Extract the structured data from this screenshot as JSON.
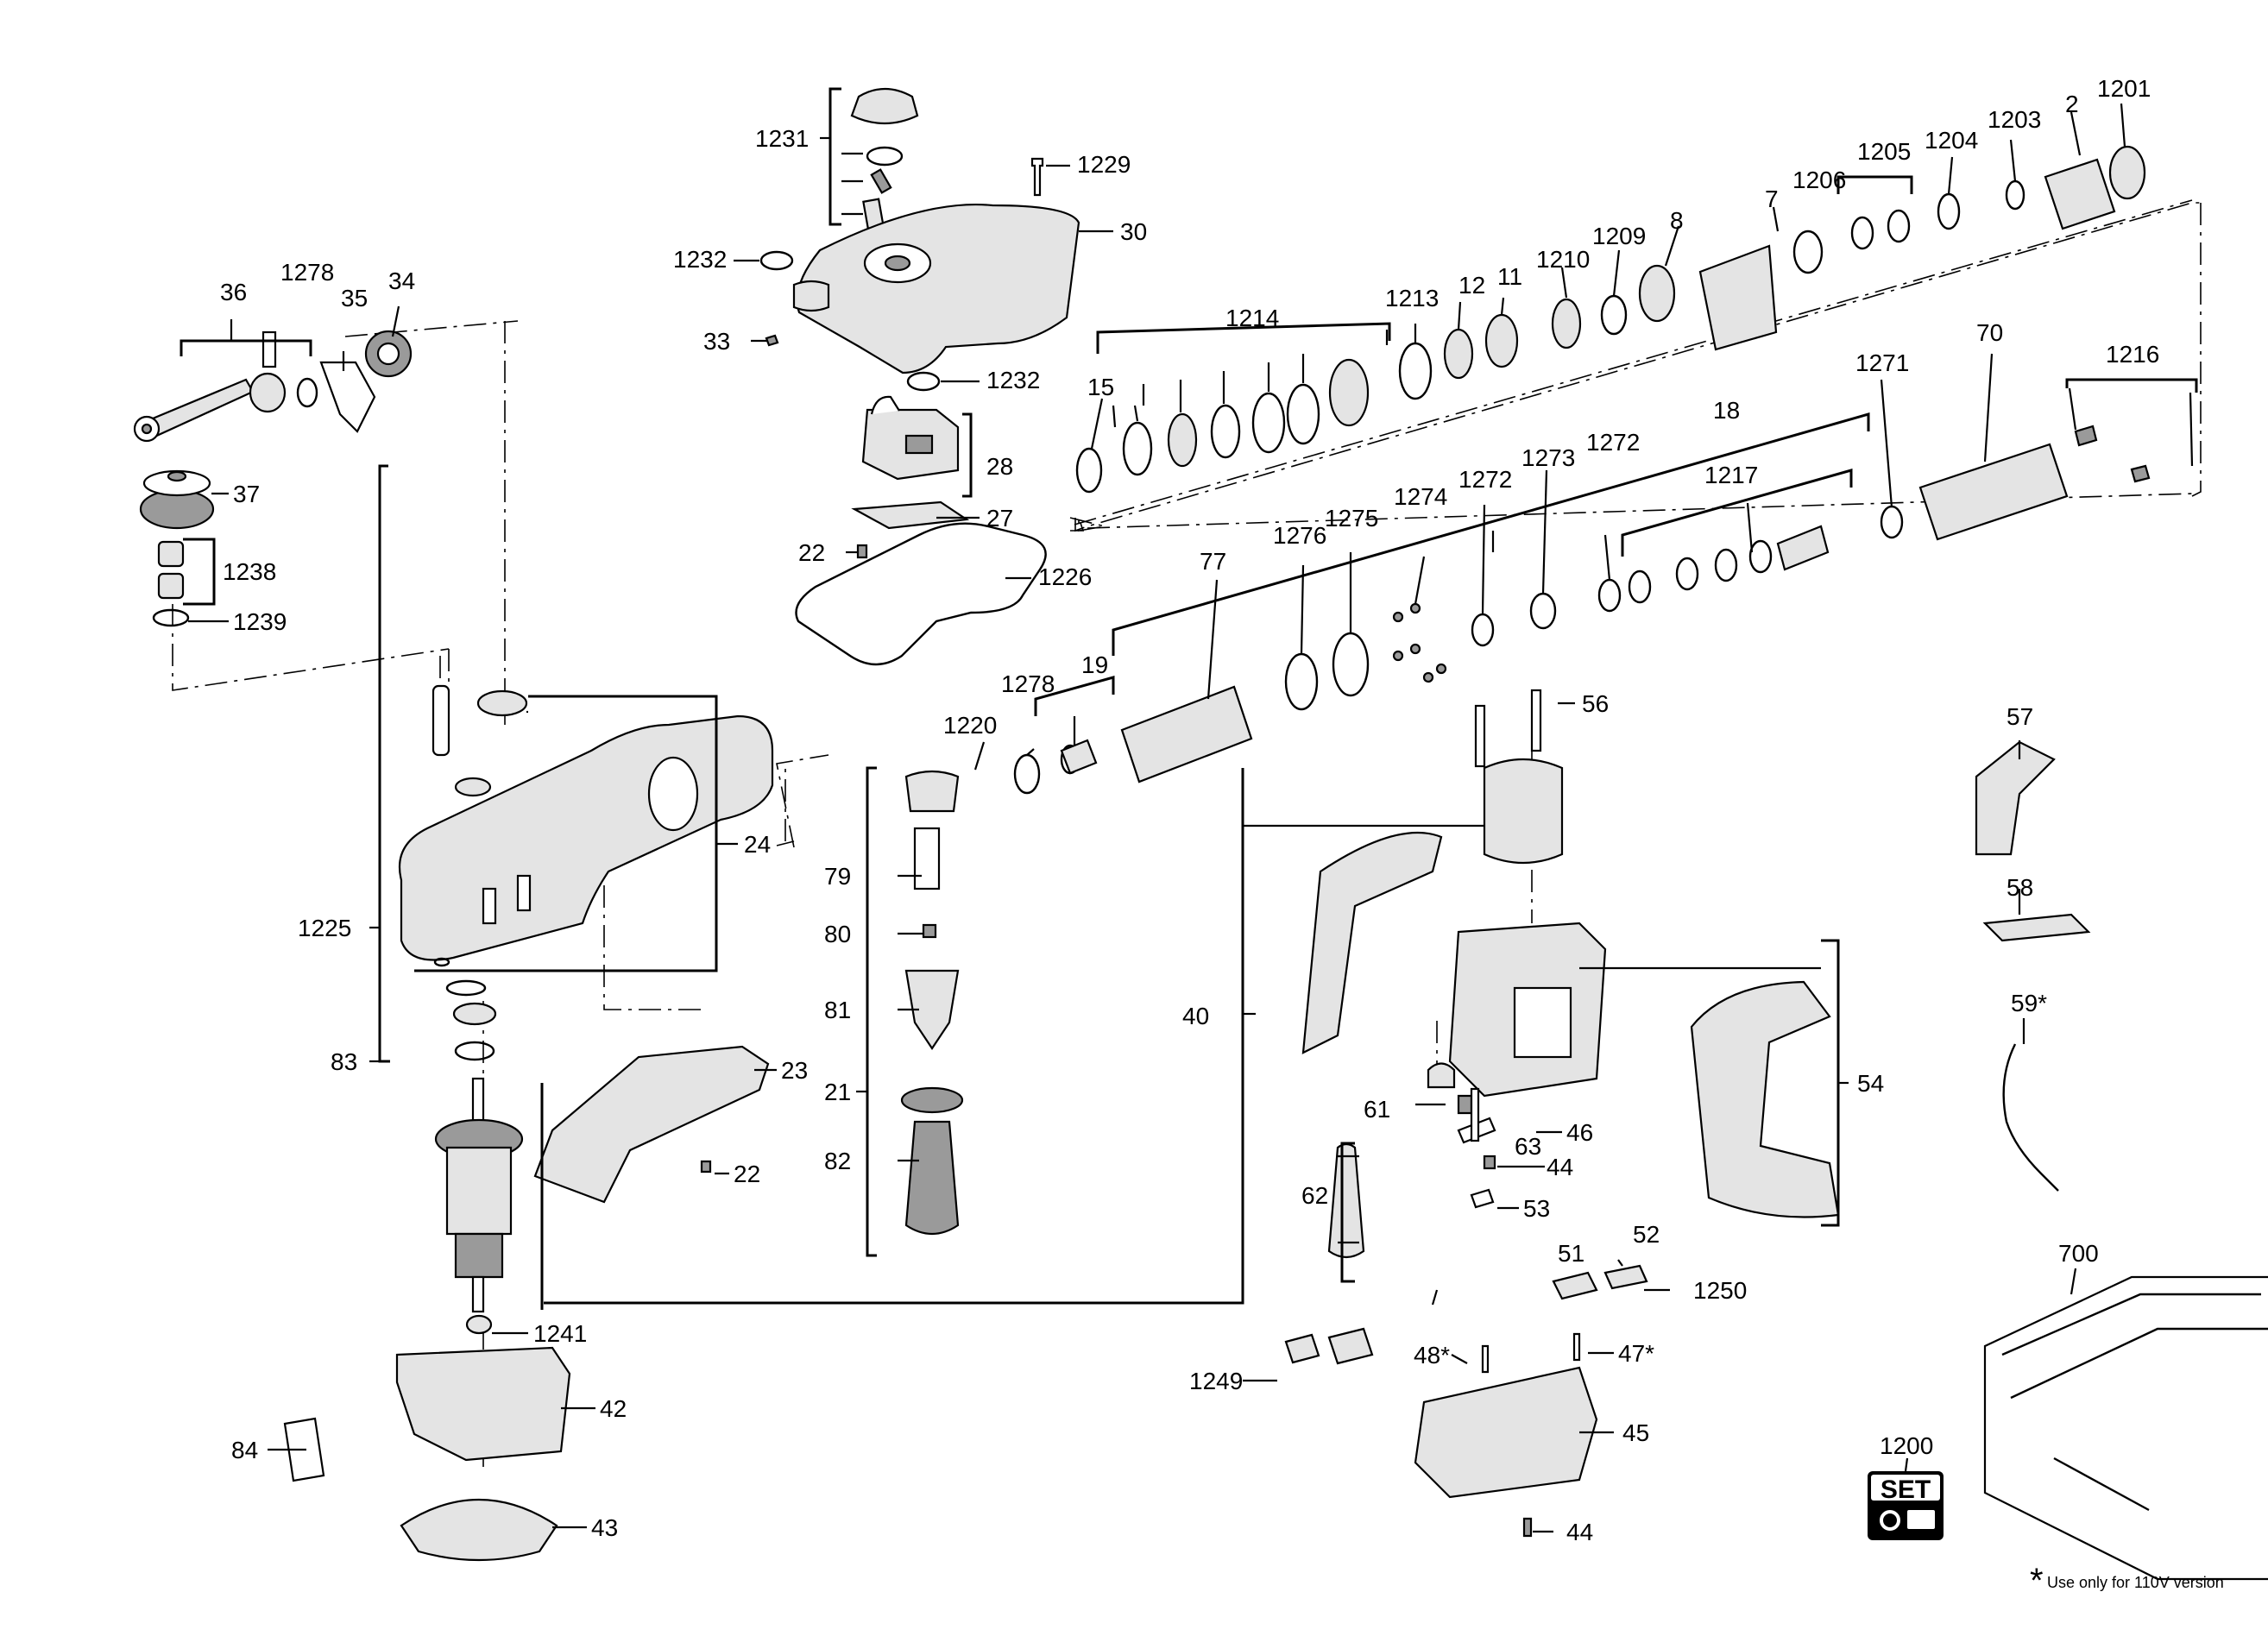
{
  "labels": {
    "p1231": "1231",
    "p1229": "1229",
    "p30": "30",
    "p1232a": "1232",
    "p33": "33",
    "p1232b": "1232",
    "p28": "28",
    "p27": "27",
    "p22a": "22",
    "p1226": "1226",
    "p36": "36",
    "p1278a": "1278",
    "p35": "35",
    "p34": "34",
    "p37": "37",
    "p1238": "1238",
    "p1239": "1239",
    "p1225": "1225",
    "p24": "24",
    "p83": "83",
    "p23": "23",
    "p22b": "22",
    "p1241": "1241",
    "p42": "42",
    "p84": "84",
    "p43": "43",
    "p1214": "1214",
    "p1213": "1213",
    "p12": "12",
    "p11": "11",
    "p1210": "1210",
    "p1209": "1209",
    "p8": "8",
    "p7": "7",
    "p1206": "1206",
    "p1205": "1205",
    "p1204": "1204",
    "p1203": "1203",
    "p2": "2",
    "p1201": "1201",
    "p15": "15",
    "p18": "18",
    "p1271": "1271",
    "p70": "70",
    "p1216": "1216",
    "p1217": "1217",
    "p1272a": "1272",
    "p1273": "1273",
    "p1272b": "1272",
    "p1274": "1274",
    "p1275": "1275",
    "p1276": "1276",
    "p77": "77",
    "p19": "19",
    "p1278b": "1278",
    "p1220": "1220",
    "p79": "79",
    "p80": "80",
    "p81": "81",
    "p21": "21",
    "p82": "82",
    "p40": "40",
    "p56": "56",
    "p57": "57",
    "p58": "58",
    "p59": "59*",
    "p54": "54",
    "p61": "61",
    "p63": "63",
    "p44a": "44",
    "p46": "46",
    "p53": "53",
    "p62": "62",
    "p51": "51",
    "p52": "52",
    "p1250": "1250",
    "p1249": "1249",
    "p48": "48*",
    "p47": "47*",
    "p45": "45",
    "p44b": "44",
    "p700": "700",
    "p1200": "1200"
  },
  "set_badge": "SET",
  "footnote": {
    "star": "*",
    "text": "Use only for 110V version"
  }
}
